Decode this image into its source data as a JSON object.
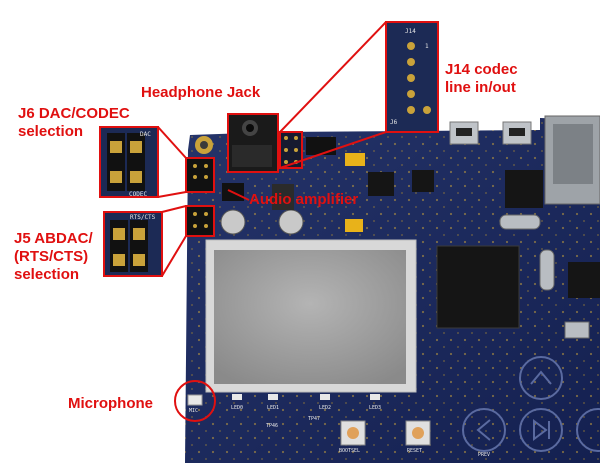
{
  "annotations": {
    "headphone_jack": "Headphone Jack",
    "j14_line1": "J14 codec",
    "j14_line2": "line in/out",
    "j6_line1": "J6 DAC/CODEC",
    "j6_line2": "selection",
    "audio_amplifier": "Audio amplifier",
    "j5_line1": "J5 ABDAC/",
    "j5_line2": "(RTS/CTS)",
    "j5_line3": "selection",
    "microphone": "Microphone"
  },
  "zoom_labels": {
    "j14_top": "J14",
    "j14_pin1": "1",
    "j14_bottom": "J6",
    "j6_dac": "DAC",
    "j6_codec": "CODEC",
    "j5_rts": "RTS/CTS"
  },
  "board_silkscreen": {
    "led0": "LED0",
    "led1": "LED1",
    "led2": "LED2",
    "led3": "LED3",
    "tp46": "TP46",
    "tp47": "TP47",
    "bootsel": "BOOTSEL",
    "reset": "RESET",
    "prev": "PREV",
    "mic": "MIC"
  },
  "colors": {
    "annotation_red": "#e01010",
    "board_navy": "#1c2a55",
    "gold_pad": "#c9a23a",
    "lcd_gray": "#9a9a9a"
  }
}
